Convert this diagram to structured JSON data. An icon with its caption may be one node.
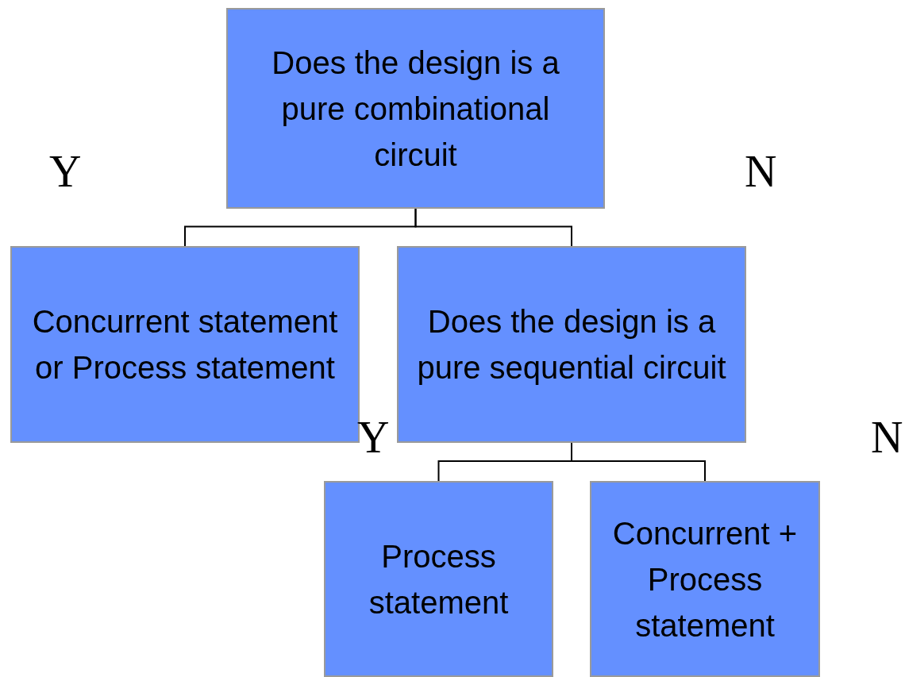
{
  "diagram": {
    "nodes": [
      {
        "text": [
          "Does the design is a pure combinational circuit"
        ]
      },
      {
        "text": [
          "Concurrent statement or Process statement"
        ]
      },
      {
        "text": [
          "Does the design is a pure sequential circuit"
        ]
      },
      {
        "text": [
          "Process statement"
        ]
      },
      {
        "text": [
          "Concurrent + Process statement"
        ]
      }
    ],
    "edges": [
      {
        "from": 0,
        "to": 1,
        "arrow": "none"
      },
      {
        "from": 0,
        "to": 2,
        "arrow": "none"
      },
      {
        "from": 2,
        "to": 3,
        "arrow": "none"
      },
      {
        "from": 2,
        "to": 4,
        "arrow": "none"
      }
    ],
    "labels": [
      "Y",
      "N",
      "Y",
      "N"
    ]
  }
}
